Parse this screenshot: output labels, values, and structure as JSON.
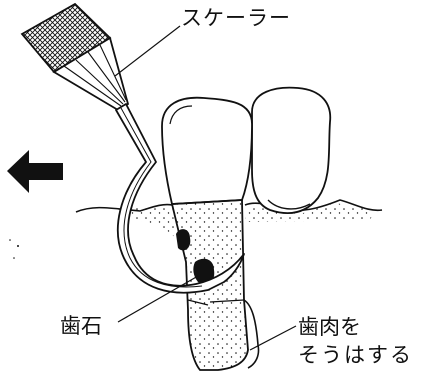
{
  "labels": {
    "scaler": "スケーラー",
    "calculus": "歯石",
    "gum_line1": "歯肉を",
    "gum_line2": "そうはする"
  },
  "colors": {
    "ink": "#111111",
    "paper": "#ffffff"
  },
  "icons": {
    "direction_arrow": "left-arrow-icon"
  }
}
